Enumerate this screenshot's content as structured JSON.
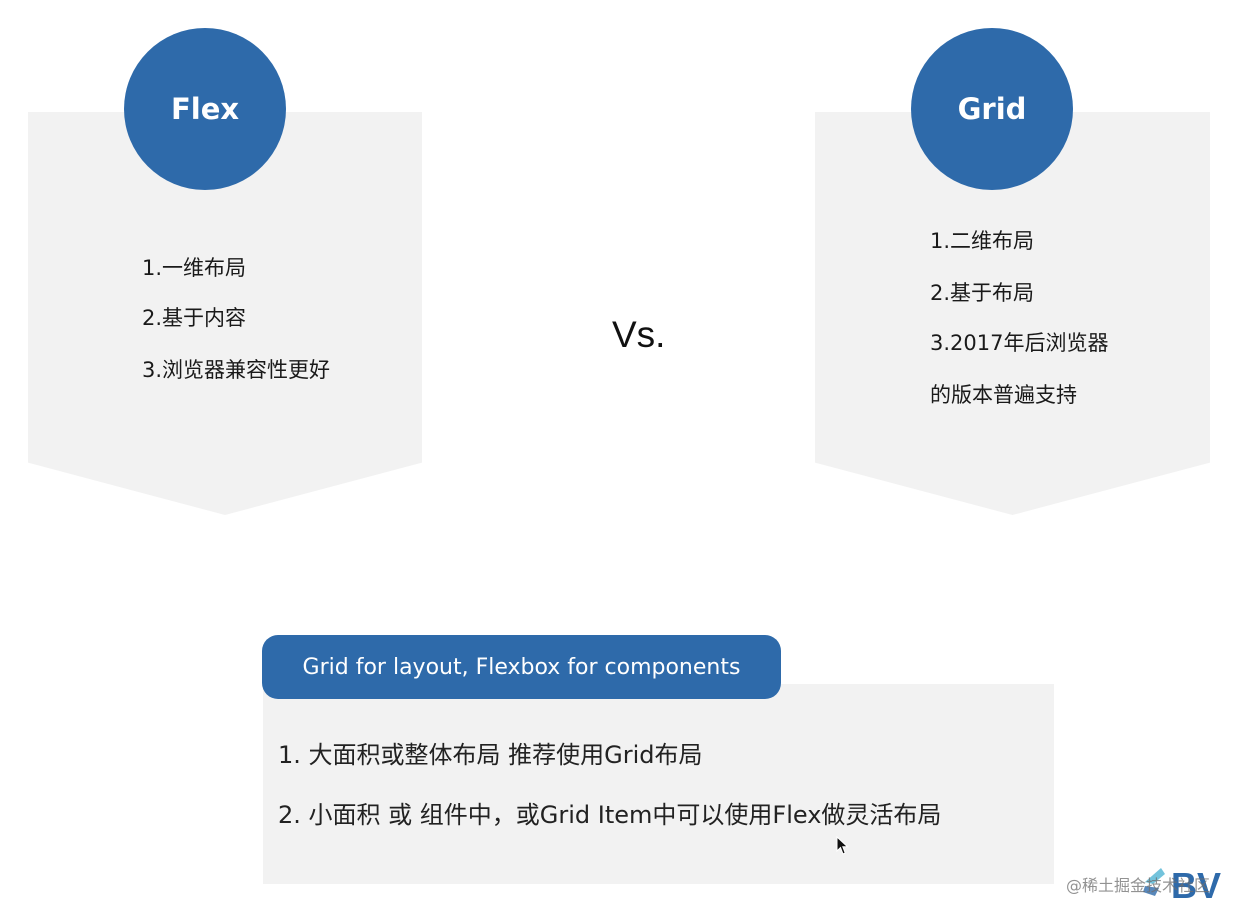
{
  "left_card": {
    "title": "Flex",
    "points": [
      "1.一维布局",
      "2.基于内容",
      "3.浏览器兼容性更好"
    ]
  },
  "right_card": {
    "title": "Grid",
    "points": [
      "1.二维布局",
      "2.基于布局",
      "3.2017年后浏览器",
      "的版本普遍支持"
    ]
  },
  "vs_label": "Vs.",
  "summary": {
    "banner": "Grid for layout, Flexbox for components",
    "points": [
      "1.  大面积或整体布局 推荐使用Grid布局",
      "2.  小面积 或 组件中，或Grid Item中可以使用Flex做灵活布局"
    ]
  },
  "watermark": {
    "text": "@稀土掘金技术社区",
    "logo_text": "BV"
  },
  "colors": {
    "accent_blue": "#2e6aaa",
    "panel_gray": "#f2f2f2"
  },
  "icons": {
    "cursor": "mouse-pointer-icon",
    "watermark_logo": "bv-logo-icon"
  }
}
